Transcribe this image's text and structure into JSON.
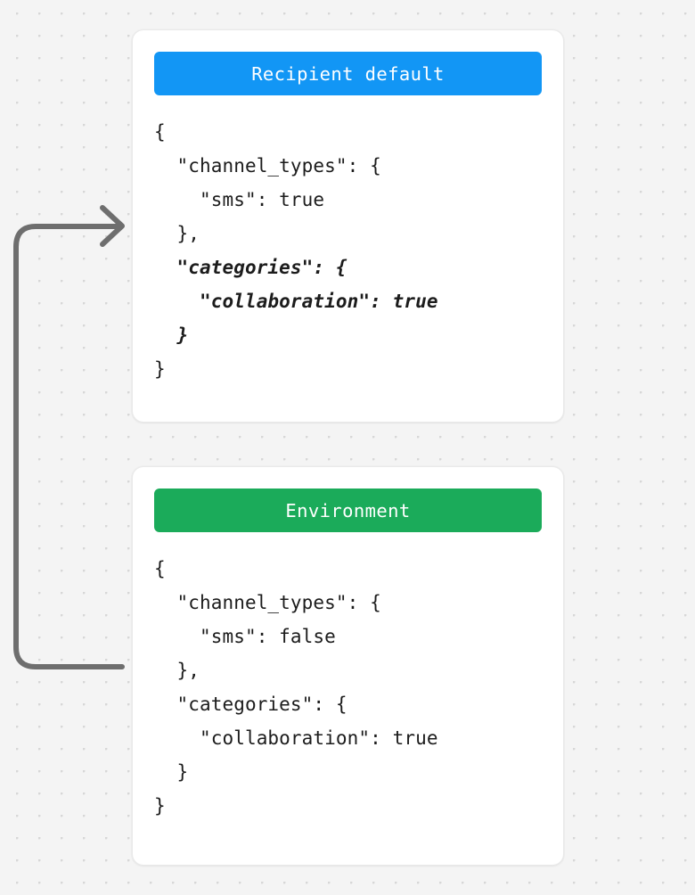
{
  "canvas": {
    "background_color": "#f4f4f4",
    "dot_color": "#d7d7d7"
  },
  "connector": {
    "name": "inheritance-arrow",
    "color": "#6e6e6e",
    "stroke_width": 6,
    "direction": "environment-to-recipient-default"
  },
  "cards": [
    {
      "id": "recipient-default",
      "header_label": "Recipient default",
      "header_color": "#1296f5",
      "lines": [
        {
          "text": "{",
          "emphasis": false
        },
        {
          "text": "  \"channel_types\": {",
          "emphasis": false
        },
        {
          "text": "    \"sms\": true",
          "emphasis": false
        },
        {
          "text": "  },",
          "emphasis": false
        },
        {
          "text": "  \"categories\": {",
          "emphasis": true
        },
        {
          "text": "    \"collaboration\": true",
          "emphasis": true
        },
        {
          "text": "  }",
          "emphasis": true
        },
        {
          "text": "}",
          "emphasis": false
        }
      ]
    },
    {
      "id": "environment",
      "header_label": "Environment",
      "header_color": "#1bab5a",
      "lines": [
        {
          "text": "{",
          "emphasis": false
        },
        {
          "text": "  \"channel_types\": {",
          "emphasis": false
        },
        {
          "text": "    \"sms\": false",
          "emphasis": false
        },
        {
          "text": "  },",
          "emphasis": false
        },
        {
          "text": "  \"categories\": {",
          "emphasis": false
        },
        {
          "text": "    \"collaboration\": true",
          "emphasis": false
        },
        {
          "text": "  }",
          "emphasis": false
        },
        {
          "text": "}",
          "emphasis": false
        }
      ]
    }
  ]
}
